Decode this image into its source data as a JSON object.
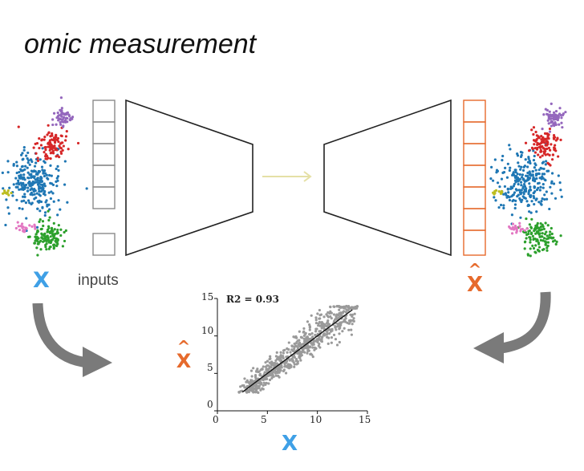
{
  "title": "omic measurement",
  "input_label": "inputs",
  "x_symbol": "X",
  "xhat_symbol": "X",
  "hat_symbol": "^",
  "chart_data": {
    "type": "scatter",
    "annotation": "R2 = 0.93",
    "xlim": [
      0,
      15
    ],
    "ylim": [
      0,
      15
    ],
    "xticks": [
      "0",
      "5",
      "10",
      "15"
    ],
    "yticks": [
      "0",
      "5",
      "10",
      "15"
    ],
    "xlabel": "X",
    "ylabel": "X",
    "fit_line": {
      "x": [
        2.5,
        13.5
      ],
      "y": [
        2.5,
        13.5
      ]
    },
    "points_color": "#9a9a9a",
    "line_color": "#111111"
  },
  "colors": {
    "orange": "#e66a2c",
    "blue": "#3fa0e6",
    "arrow_gray": "#7a7a7a",
    "latent_arrow": "#e5e0a6",
    "cluster_blue": "#1f77b4",
    "cluster_red": "#d62728",
    "cluster_purple": "#9467bd",
    "cluster_green": "#2ca02c",
    "cluster_pink": "#e377c2",
    "cluster_yellow": "#bcbd22"
  }
}
